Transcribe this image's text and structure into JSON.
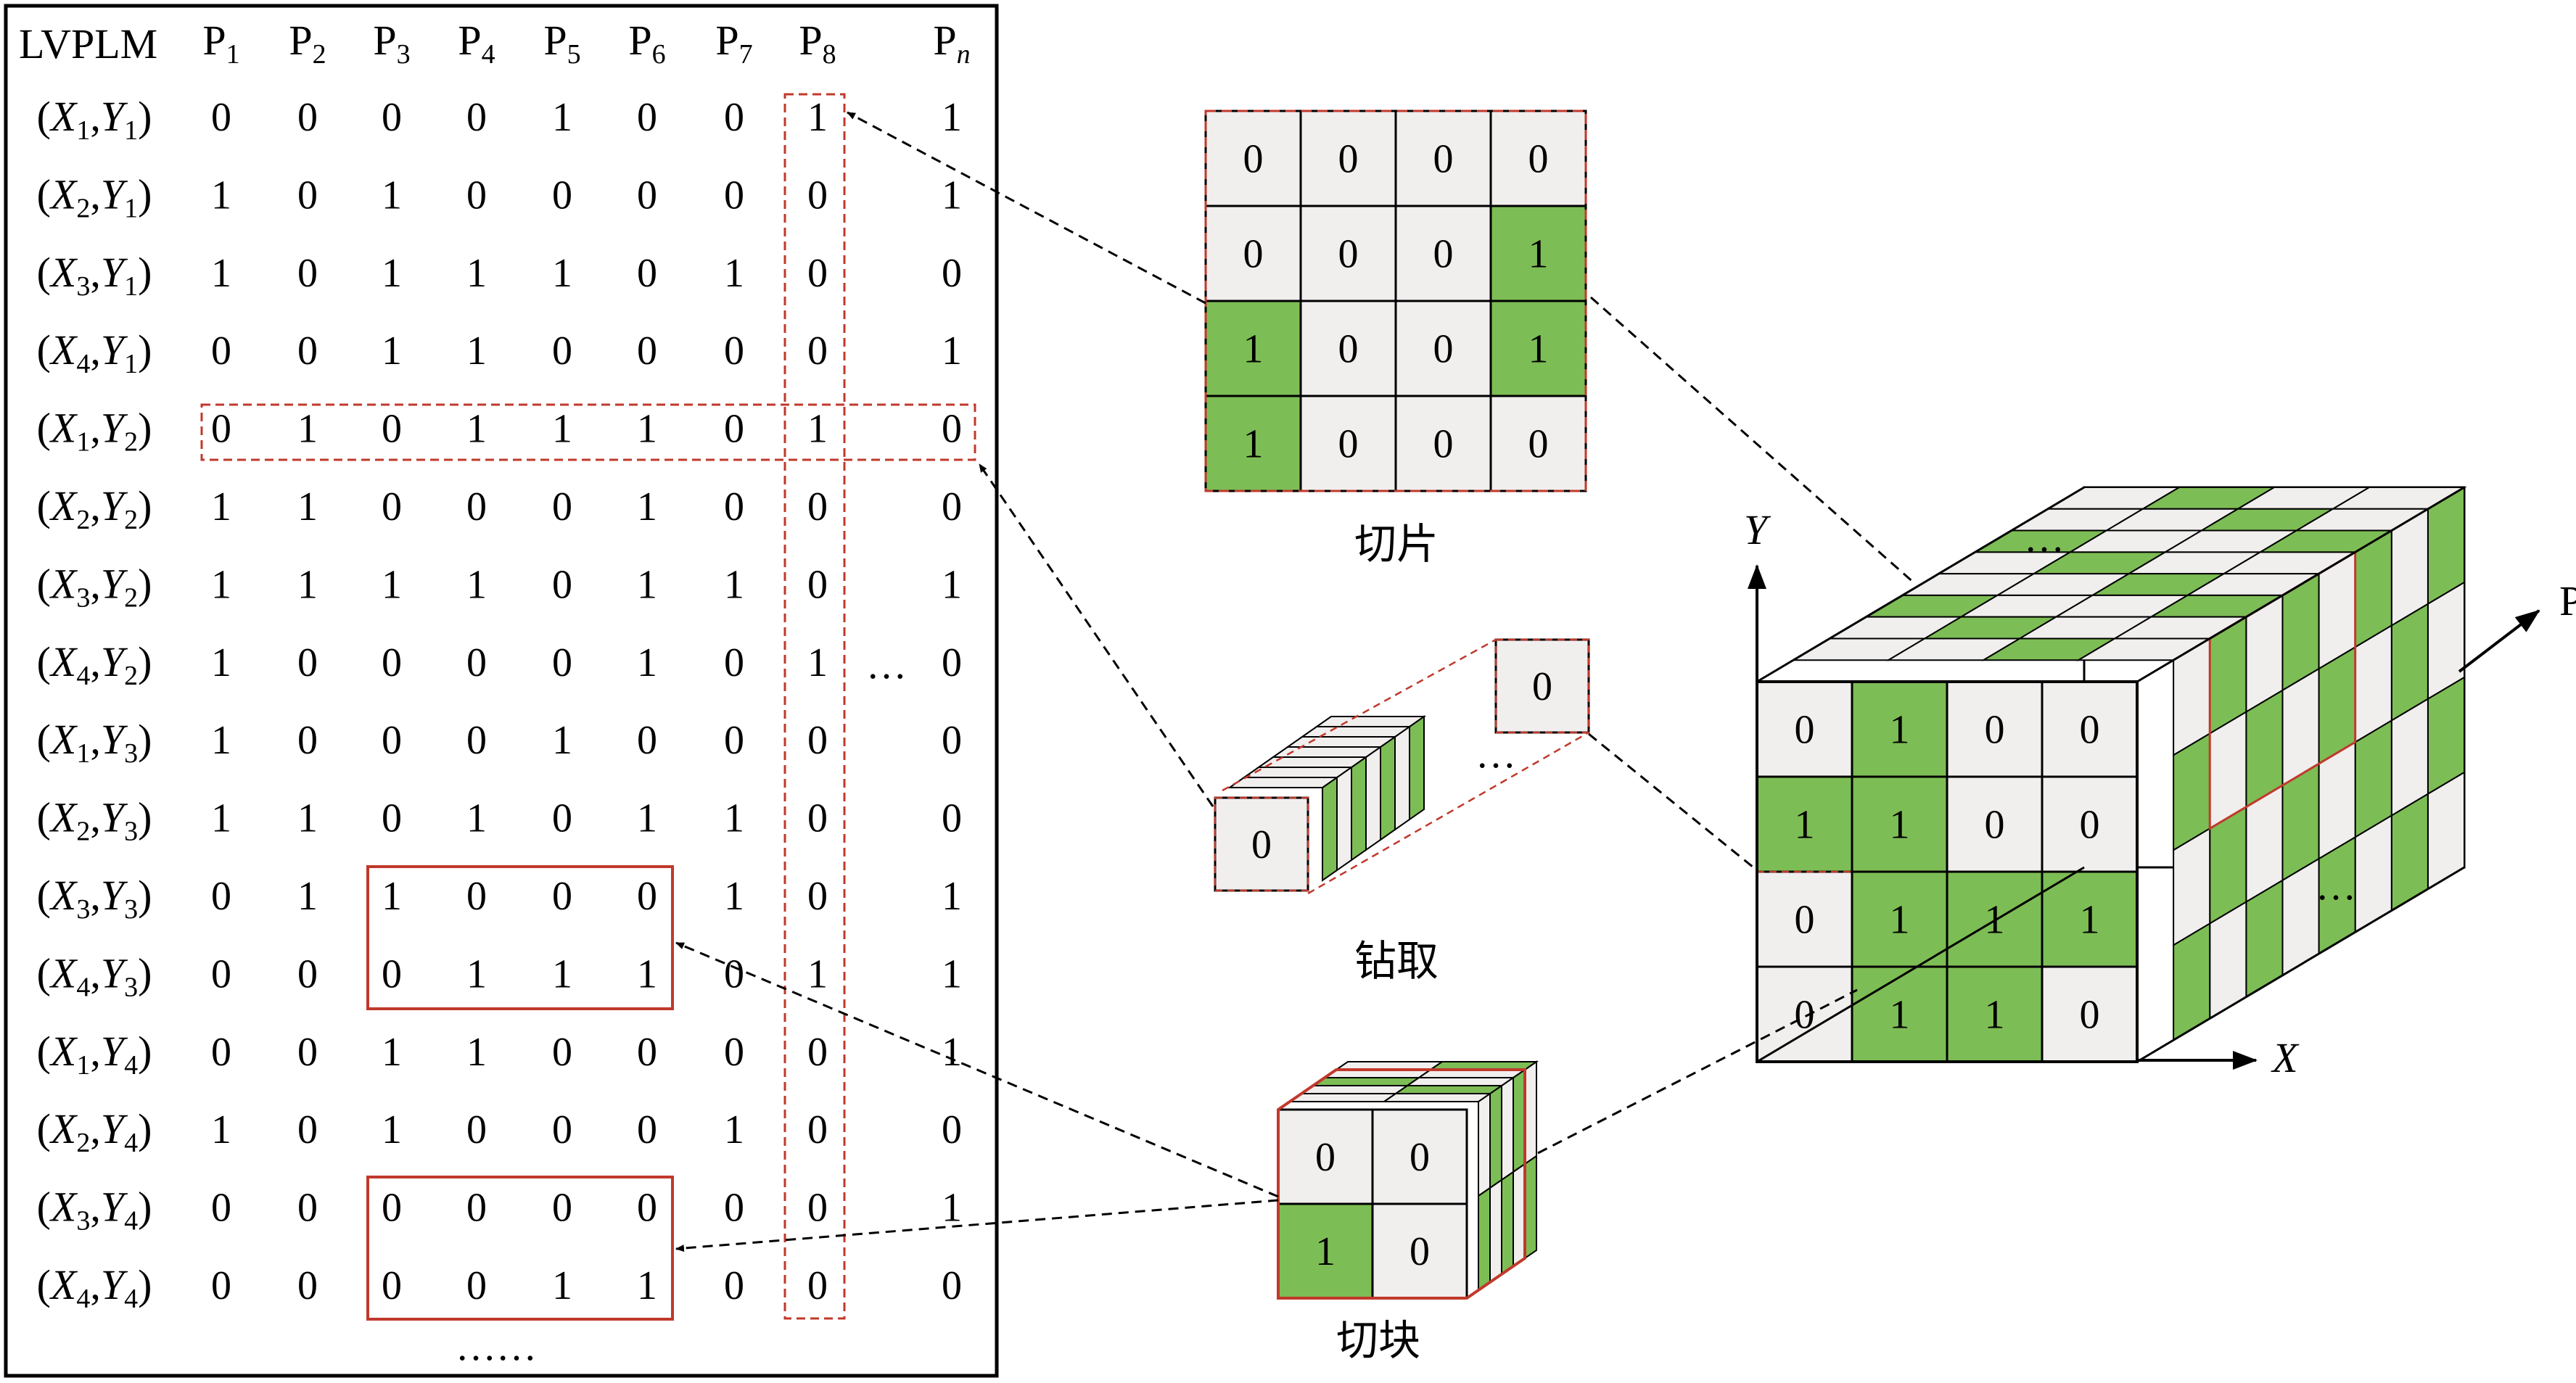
{
  "table": {
    "corner_label": "LVPLM",
    "columns": [
      {
        "base": "P",
        "sub": "1"
      },
      {
        "base": "P",
        "sub": "2"
      },
      {
        "base": "P",
        "sub": "3"
      },
      {
        "base": "P",
        "sub": "4"
      },
      {
        "base": "P",
        "sub": "5"
      },
      {
        "base": "P",
        "sub": "6"
      },
      {
        "base": "P",
        "sub": "7"
      },
      {
        "base": "P",
        "sub": "8"
      },
      {
        "base": "P",
        "sub": "n"
      }
    ],
    "rows": [
      {
        "x": "1",
        "y": "1",
        "values": [
          "0",
          "0",
          "0",
          "0",
          "1",
          "0",
          "0",
          "1",
          "1"
        ]
      },
      {
        "x": "2",
        "y": "1",
        "values": [
          "1",
          "0",
          "1",
          "0",
          "0",
          "0",
          "0",
          "0",
          "1"
        ]
      },
      {
        "x": "3",
        "y": "1",
        "values": [
          "1",
          "0",
          "1",
          "1",
          "1",
          "0",
          "1",
          "0",
          "0"
        ]
      },
      {
        "x": "4",
        "y": "1",
        "values": [
          "0",
          "0",
          "1",
          "1",
          "0",
          "0",
          "0",
          "0",
          "1"
        ]
      },
      {
        "x": "1",
        "y": "2",
        "values": [
          "0",
          "1",
          "0",
          "1",
          "1",
          "1",
          "0",
          "1",
          "0"
        ]
      },
      {
        "x": "2",
        "y": "2",
        "values": [
          "1",
          "1",
          "0",
          "0",
          "0",
          "1",
          "0",
          "0",
          "0"
        ]
      },
      {
        "x": "3",
        "y": "2",
        "values": [
          "1",
          "1",
          "1",
          "1",
          "0",
          "1",
          "1",
          "0",
          "1"
        ]
      },
      {
        "x": "4",
        "y": "2",
        "values": [
          "1",
          "0",
          "0",
          "0",
          "0",
          "1",
          "0",
          "1",
          "0"
        ]
      },
      {
        "x": "1",
        "y": "3",
        "values": [
          "1",
          "0",
          "0",
          "0",
          "1",
          "0",
          "0",
          "0",
          "0"
        ]
      },
      {
        "x": "2",
        "y": "3",
        "values": [
          "1",
          "1",
          "0",
          "1",
          "0",
          "1",
          "1",
          "0",
          "0"
        ]
      },
      {
        "x": "3",
        "y": "3",
        "values": [
          "0",
          "1",
          "1",
          "0",
          "0",
          "0",
          "1",
          "0",
          "1"
        ]
      },
      {
        "x": "4",
        "y": "3",
        "values": [
          "0",
          "0",
          "0",
          "1",
          "1",
          "1",
          "0",
          "1",
          "1"
        ]
      },
      {
        "x": "1",
        "y": "4",
        "values": [
          "0",
          "0",
          "1",
          "1",
          "0",
          "0",
          "0",
          "0",
          "1"
        ]
      },
      {
        "x": "2",
        "y": "4",
        "values": [
          "1",
          "0",
          "1",
          "0",
          "0",
          "0",
          "1",
          "0",
          "0"
        ]
      },
      {
        "x": "3",
        "y": "4",
        "values": [
          "0",
          "0",
          "0",
          "0",
          "0",
          "0",
          "0",
          "0",
          "1"
        ]
      },
      {
        "x": "4",
        "y": "4",
        "values": [
          "0",
          "0",
          "0",
          "0",
          "1",
          "1",
          "0",
          "0",
          "0"
        ]
      }
    ],
    "ellipsis_col": "…",
    "ellipsis_bottom": "……"
  },
  "slice": {
    "caption": "切片",
    "cells": [
      [
        "0",
        "0",
        "0",
        "0"
      ],
      [
        "0",
        "0",
        "0",
        "1"
      ],
      [
        "1",
        "0",
        "0",
        "1"
      ],
      [
        "1",
        "0",
        "0",
        "0"
      ]
    ]
  },
  "drill": {
    "caption": "钻取",
    "front_value": "0",
    "end_value": "0",
    "ellipsis": "…"
  },
  "dice": {
    "caption": "切块",
    "cells": [
      [
        "0",
        "0"
      ],
      [
        "1",
        "0"
      ]
    ]
  },
  "cube": {
    "front": [
      [
        "0",
        "1",
        "0",
        "0"
      ],
      [
        "1",
        "1",
        "0",
        "0"
      ],
      [
        "0",
        "1",
        "1",
        "1"
      ],
      [
        "0",
        "1",
        "1",
        "0"
      ]
    ],
    "back": [
      [
        "1",
        "0",
        "1",
        "0"
      ],
      [
        "",
        "",
        "1",
        "1"
      ],
      [
        "",
        "",
        "1",
        "0"
      ],
      [
        "",
        "",
        "0",
        "1"
      ]
    ],
    "axis_x": "X",
    "axis_y": "Y",
    "axis_p": "P",
    "ellipsis": "…"
  },
  "colors": {
    "green": "#7dbd55",
    "gray": "#f1eeee",
    "red": "#c0392b",
    "line": "#000000"
  }
}
